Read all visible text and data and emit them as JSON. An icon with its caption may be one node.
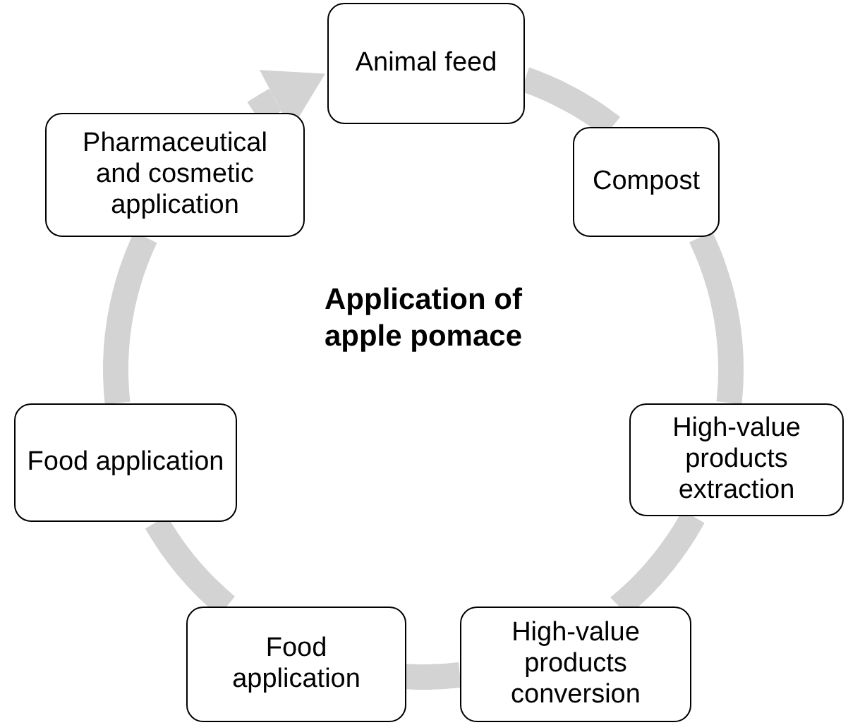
{
  "diagram": {
    "title": "Application of apple pomace",
    "nodes": [
      {
        "text": [
          "Animal feed"
        ]
      },
      {
        "text": [
          "Compost"
        ]
      },
      {
        "text": [
          "High-value products extraction"
        ]
      },
      {
        "text": [
          "High-value products conversion"
        ]
      },
      {
        "text": [
          "Food application"
        ]
      },
      {
        "text": [
          "Food application"
        ]
      },
      {
        "text": [
          "Pharmaceutical and cosmetic application"
        ]
      }
    ],
    "edges": [
      {
        "from": 0,
        "to": 1,
        "arrow": "none"
      },
      {
        "from": 1,
        "to": 2,
        "arrow": "none"
      },
      {
        "from": 2,
        "to": 3,
        "arrow": "none"
      },
      {
        "from": 3,
        "to": 4,
        "arrow": "none"
      },
      {
        "from": 4,
        "to": 5,
        "arrow": "none"
      },
      {
        "from": 5,
        "to": 6,
        "arrow": "none"
      },
      {
        "from": 6,
        "to": 0,
        "arrow": "to"
      }
    ]
  }
}
